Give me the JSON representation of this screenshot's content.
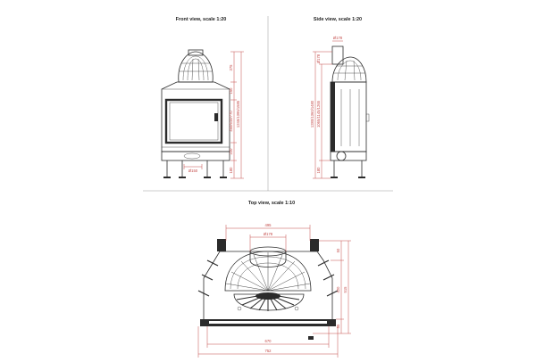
{
  "views": {
    "front": {
      "title": "Front view, scale 1:20"
    },
    "side": {
      "title": "Side view, scale 1:20"
    },
    "top": {
      "title": "Top view, scale 1:10"
    }
  },
  "dimensions": {
    "front": {
      "d375": "375",
      "d150": "150",
      "dTotal": "1245/1395/1585",
      "dInner": "450/510/770",
      "d220": "220",
      "d180": "180",
      "d150b": "Ø150"
    },
    "side": {
      "d178a": "Ø178",
      "d178b": "Ø178",
      "dTall": "1280/1360/1480",
      "dMid": "1065/1145/1265",
      "d180": "180"
    },
    "top": {
      "d495": "495",
      "d178": "Ø178",
      "d50": "50",
      "d420": "420",
      "d515": "515",
      "d670": "670",
      "d752": "752",
      "d55": "55"
    }
  },
  "colors": {
    "line": "#2b2b2b",
    "dimension": "#c44a48"
  }
}
